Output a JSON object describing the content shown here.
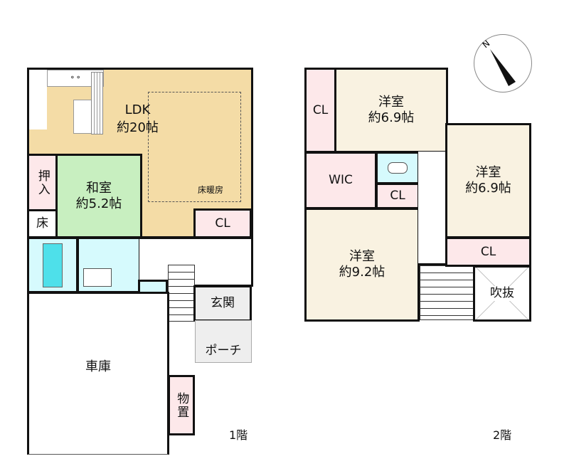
{
  "floor1": {
    "label": "1階",
    "ldk": {
      "name": "LDK",
      "size": "約20帖"
    },
    "floor_heating": "床暖房",
    "washitsu": {
      "name": "和室",
      "size": "約5.2帖"
    },
    "oshiire": "押入",
    "toko": "床",
    "closet": "CL",
    "genkan": "玄関",
    "porch": "ポーチ",
    "garage": "車庫",
    "storage": "物置"
  },
  "floor2": {
    "label": "2階",
    "bedroom_a": {
      "name": "洋室",
      "size": "約6.9帖"
    },
    "bedroom_b": {
      "name": "洋室",
      "size": "約6.9帖"
    },
    "bedroom_c": {
      "name": "洋室",
      "size": "約9.2帖"
    },
    "closet_a": "CL",
    "closet_b": "CL",
    "closet_c": "CL",
    "wic": "WIC",
    "void": "吹抜"
  },
  "compass": {
    "label": "N"
  }
}
